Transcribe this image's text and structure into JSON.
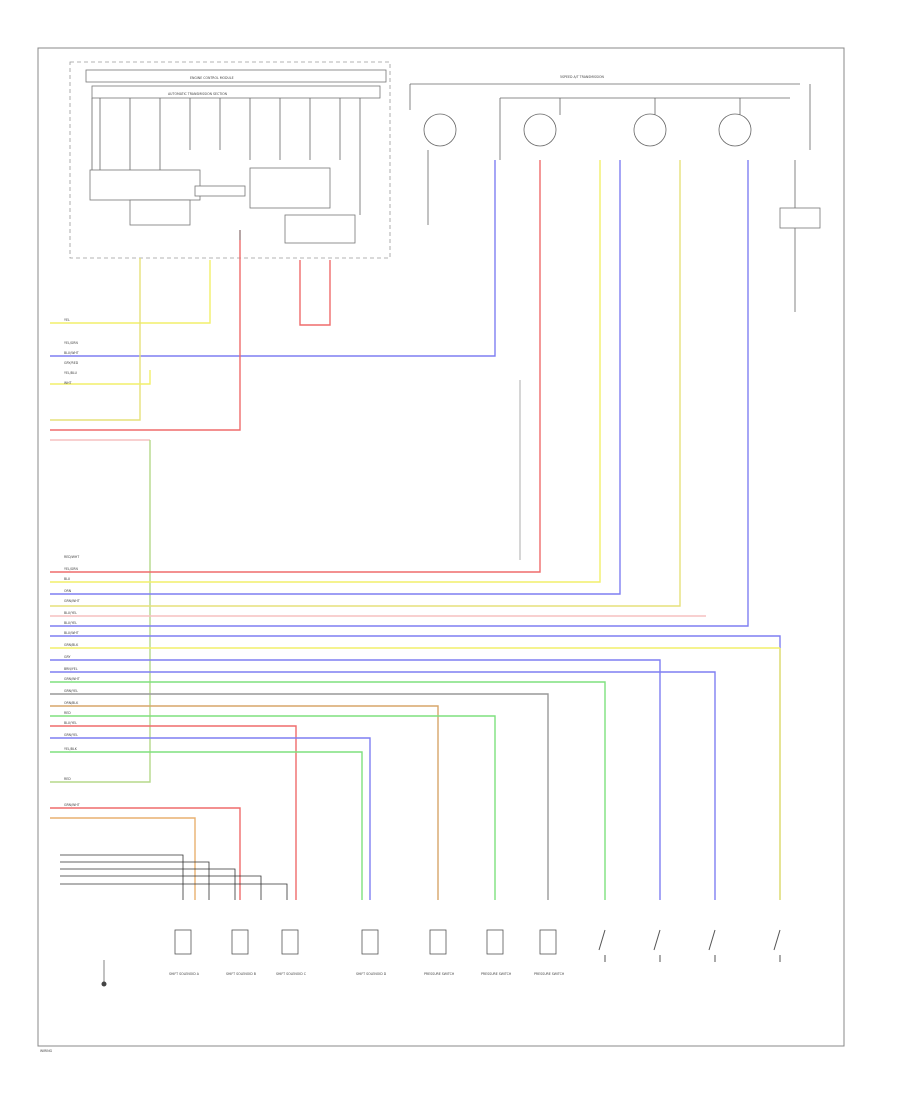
{
  "footer": {
    "code": "WIRING"
  },
  "modules": {
    "ecm_title": "ENGINE CONTROL MODULE",
    "ecm_subtitle": "AUTOMATIC TRANSMISSION SECTION",
    "trans_title": "5SPEED A/T TRANSMISSION"
  },
  "wire_colors": {
    "YEL": "#f2ef6a",
    "BLU": "#7f7ff2",
    "RED": "#ef6b6b",
    "GRN": "#7ee07e",
    "ORN": "#e8b070",
    "PINK": "#f5c0c0",
    "BRN": "#d7a56a",
    "GRY": "#999999",
    "DKGRN": "#b5d98a",
    "BLK": "#333333",
    "YELBLK": "#e6e07a"
  },
  "connector_pins": [
    {
      "label": "YEL"
    },
    {
      "label": "YEL/GRN"
    },
    {
      "label": "BLU/WHT"
    },
    {
      "label": "GRY/RED"
    },
    {
      "label": "YEL/BLU"
    },
    {
      "label": "WHT"
    },
    {
      "label": "RED/WHT"
    },
    {
      "label": "YEL/GRN"
    },
    {
      "label": "BLU"
    },
    {
      "label": "ORN"
    },
    {
      "label": "GRN/WHT"
    },
    {
      "label": "BLU/YEL"
    },
    {
      "label": "BLU/YEL"
    },
    {
      "label": "BLU/WHT"
    },
    {
      "label": "GRN/BLK"
    },
    {
      "label": "GRY"
    },
    {
      "label": "BRN/YEL"
    },
    {
      "label": "GRN/WHT"
    },
    {
      "label": "GRN/YEL"
    },
    {
      "label": "ORN/BLK"
    },
    {
      "label": "RED"
    },
    {
      "label": "BLU/YEL"
    },
    {
      "label": "GRN/YEL"
    },
    {
      "label": "YEL/BLK"
    },
    {
      "label": "RED"
    },
    {
      "label": "GRN/WHT"
    }
  ],
  "components": [
    {
      "label": "SHIFT SOLENOID A"
    },
    {
      "label": "SHIFT SOLENOID B"
    },
    {
      "label": "SHIFT SOLENOID C"
    },
    {
      "label": "SHIFT SOLENOID D"
    },
    {
      "label": "PRESSURE SWITCH"
    },
    {
      "label": "PRESSURE SWITCH"
    },
    {
      "label": "PRESSURE SWITCH"
    }
  ]
}
